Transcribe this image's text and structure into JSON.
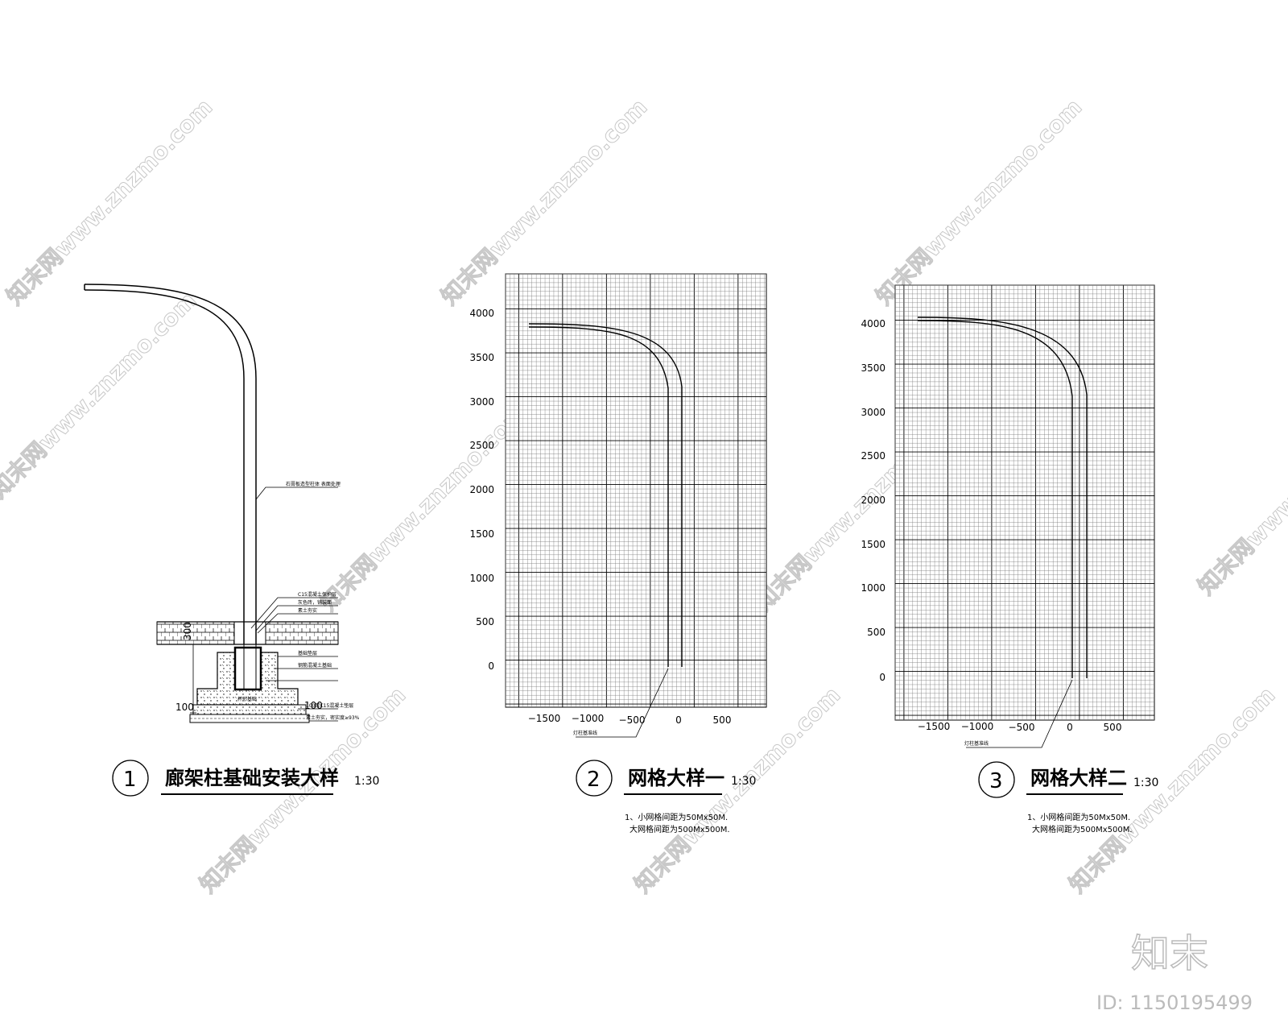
{
  "watermark": {
    "text": "知末网www.znzmo.com",
    "logo": "知末",
    "id_text": "ID: 1150195499"
  },
  "detail1": {
    "number": "1",
    "title": "廊架柱基础安装大样",
    "scale": "1:30",
    "dims": {
      "depth_300": "300",
      "left_100": "100",
      "right_100": "100"
    },
    "callouts": [
      "石膏板造型柱体 表面处理",
      "C15混凝土保护层",
      "灰色砖，铺装面",
      "素土夯实",
      "基础垫层",
      "钢筋混凝土基础",
      "杯形基础",
      "100厚C15混凝土垫层",
      "素土夯实，密实度≥93%"
    ]
  },
  "detail2": {
    "number": "2",
    "title": "网格大样一",
    "scale": "1:30",
    "notes": [
      "1、小网格间距为50Mx50M.",
      "大网格间距为500Mx500M."
    ],
    "y_ticks": [
      "4000",
      "3500",
      "3000",
      "2500",
      "2000",
      "1500",
      "1000",
      "500",
      "0"
    ],
    "x_ticks": [
      "−1500",
      "−1000",
      "−500",
      "0",
      "500"
    ],
    "leader_label": "灯柱基准线"
  },
  "detail3": {
    "number": "3",
    "title": "网格大样二",
    "scale": "1:30",
    "notes": [
      "1、小网格间距为50Mx50M.",
      "大网格间距为500Mx500M."
    ],
    "y_ticks": [
      "4000",
      "3500",
      "3000",
      "2500",
      "2000",
      "1500",
      "1000",
      "500",
      "0"
    ],
    "x_ticks": [
      "−1500",
      "−1000",
      "−500",
      "0",
      "500"
    ],
    "leader_label": "灯柱基准线"
  }
}
